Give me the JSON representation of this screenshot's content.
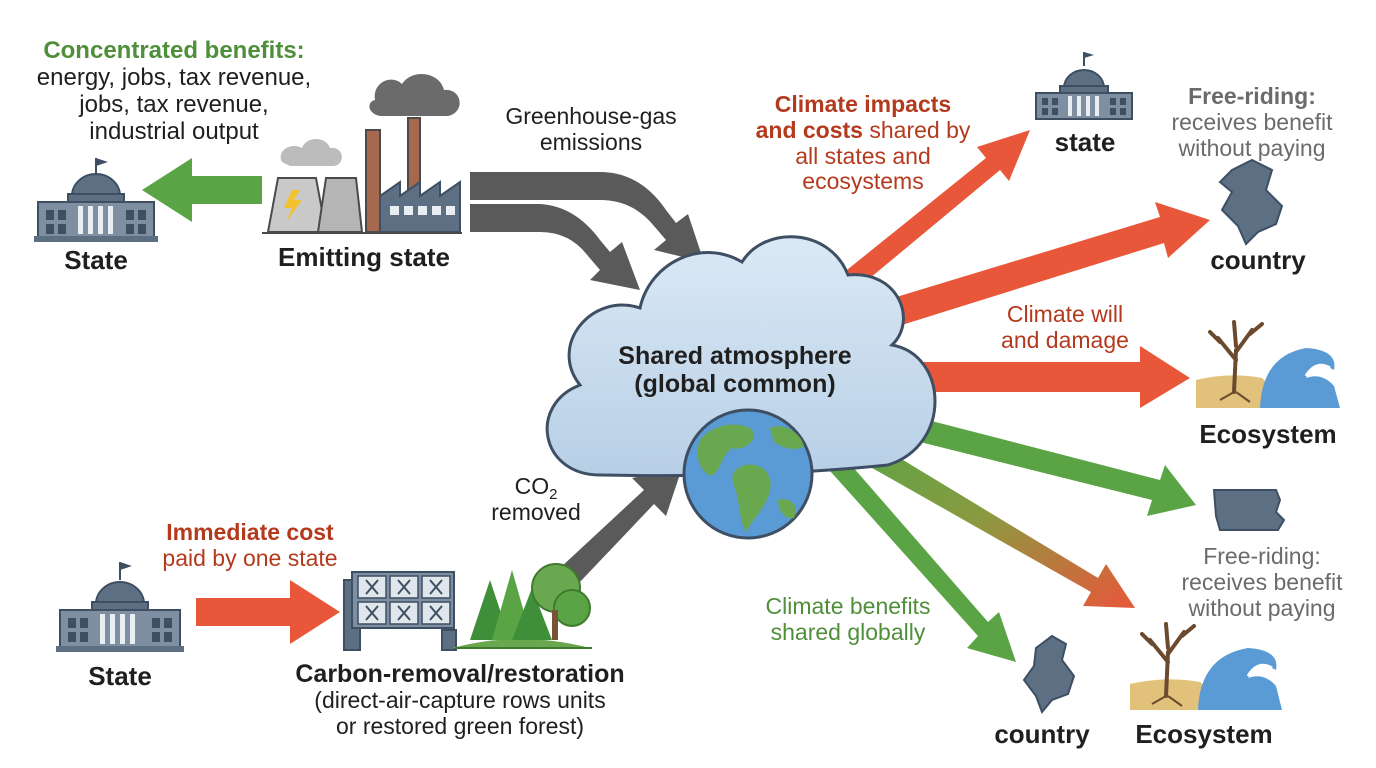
{
  "colors": {
    "benefit_green": "#5aa445",
    "cost_red": "#e8573a",
    "emission_gray": "#5a5a5a",
    "building": "#5d7083",
    "cloud": "#c7dcee",
    "ocean": "#5b9bd5",
    "land": "#6aa84f"
  },
  "center": {
    "line1": "Shared atmosphere",
    "line2": "(global common)"
  },
  "top_left": {
    "benefit_title": "Concentrated benefits:",
    "benefit_line1": "energy, jobs, tax revenue,",
    "benefit_line2": "jobs, tax revenue,",
    "benefit_line3": "industrial output",
    "state_label": "State",
    "emitter_label": "Emitting state",
    "emissions_line1": "Greenhouse-gas",
    "emissions_line2": "emissions"
  },
  "bottom_left": {
    "cost_title": "Immediate cost",
    "cost_line2": "paid by one state",
    "state_label": "State",
    "removal_title": "Carbon-removal/restoration",
    "removal_line2": "(direct-air-capture rows units",
    "removal_line3": "or restored green forest)",
    "co2_prefix": "CO",
    "co2_sub": "2",
    "co2_line2": "removed"
  },
  "right": {
    "impacts_bold1": "Climate impacts",
    "impacts_bold2": "and costs",
    "impacts_rest": "shared by",
    "impacts_line3": "all states and",
    "impacts_line4": "ecosystems",
    "free_riding_title": "Free-riding:",
    "free_riding_line2": "receives benefit",
    "free_riding_line3": "without paying",
    "state_label": "state",
    "country_label": "country",
    "will_line1": "Climate will",
    "will_line2": "and damage",
    "ecosystem_label": "Ecosystem",
    "free_riding2_line1": "Free-riding:",
    "free_riding2_line2": "receives benefit",
    "free_riding2_line3": "without paying",
    "benefits_line1": "Climate benefits",
    "benefits_line2": "shared globally",
    "country2_label": "country",
    "ecosystem2_label": "Ecosystem"
  }
}
